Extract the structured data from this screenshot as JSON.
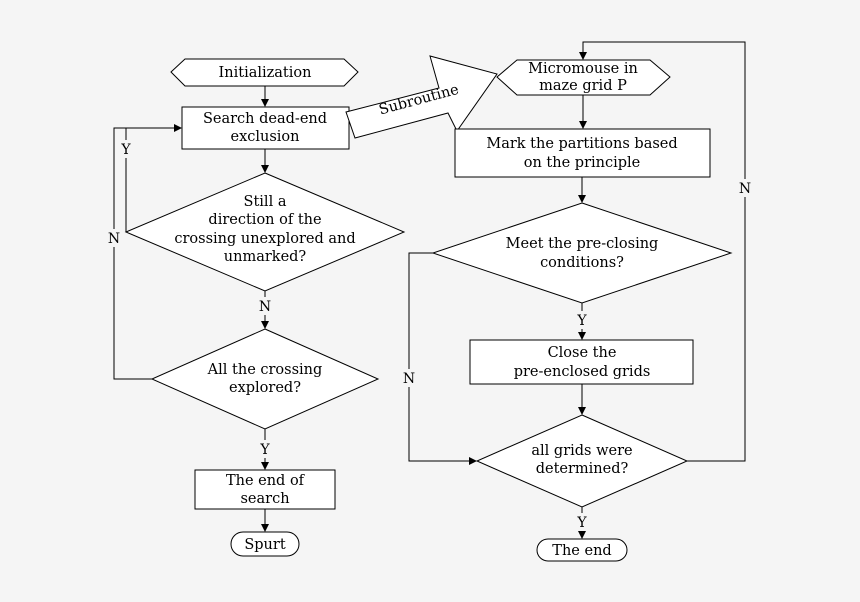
{
  "left_flow": {
    "initialization": "Initialization",
    "search_box": [
      "Search dead-end",
      "exclusion"
    ],
    "decision_unexplored": [
      "Still a",
      "direction of the",
      "crossing unexplored and",
      "unmarked?"
    ],
    "decision_all_explored": [
      "All the crossing",
      "explored?"
    ],
    "end_of_search": [
      "The end of",
      "search"
    ],
    "spurt": "Spurt",
    "label_y_loop": "Y",
    "label_n_loop": "N",
    "label_n_down": "N",
    "label_y_down": "Y"
  },
  "connector": {
    "subroutine": "Subroutine"
  },
  "right_flow": {
    "micromouse": [
      "Micromouse in",
      "maze grid P"
    ],
    "mark_partitions": [
      "Mark the partitions based",
      "on the principle"
    ],
    "decision_preclosing": [
      "Meet the pre-closing",
      "conditions?"
    ],
    "close_grids": [
      "Close the",
      "pre-enclosed grids"
    ],
    "decision_all_grids": [
      "all grids were",
      "determined?"
    ],
    "the_end": "The end",
    "label_y_close": "Y",
    "label_n_bypass": "N",
    "label_n_loop": "N",
    "label_y_end": "Y"
  }
}
